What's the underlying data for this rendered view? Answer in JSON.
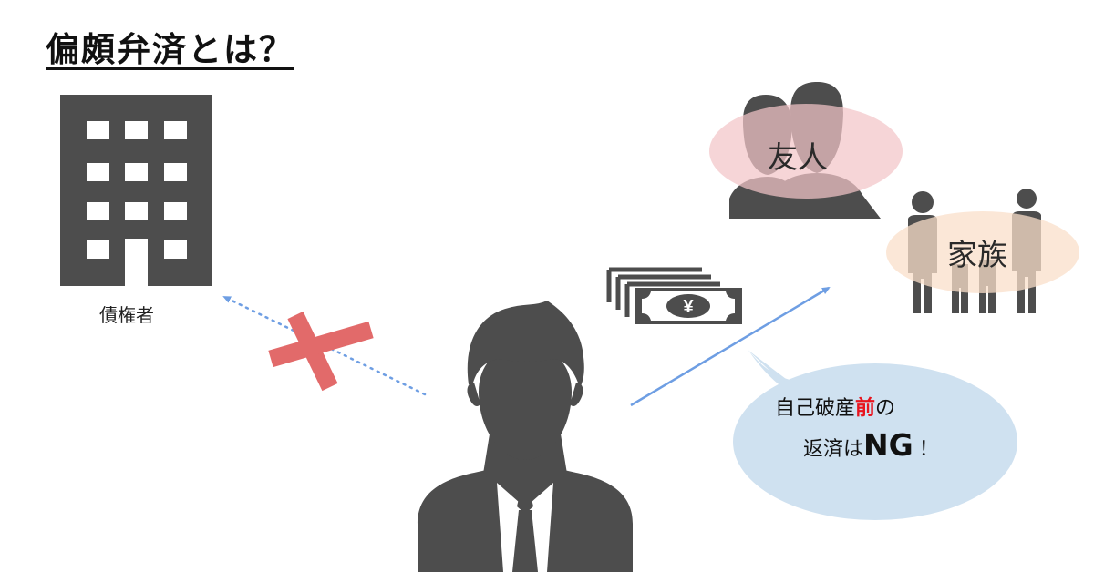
{
  "title": "偏頗弁済とは？",
  "labels": {
    "creditor": "債権者",
    "friend": "友人",
    "family": "家族"
  },
  "speech_bubble": {
    "line1_pre": "自己破産",
    "line1_highlight": "前",
    "line1_post": "の",
    "line2_pre": "返済は",
    "line2_emphasis": "NG",
    "line2_post": "！"
  },
  "money_symbol": "¥",
  "icons": [
    "building-icon",
    "businessman-icon",
    "friends-icon",
    "family-icon",
    "money-stack-icon"
  ],
  "colors": {
    "icon_gray": "#4d4d4d",
    "cross_red": "#e26a6a",
    "arrow_blue": "#6e9ee3",
    "friend_ellipse": "#f2c5c8",
    "family_ellipse": "#f9dfc9",
    "bubble": "#cfe1f0",
    "highlight_red": "#e8141e"
  }
}
